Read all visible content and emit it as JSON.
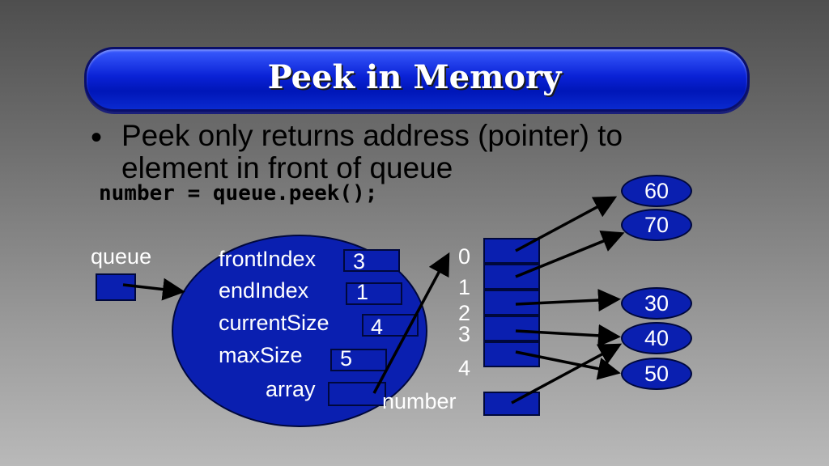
{
  "title": "Peek in Memory",
  "bullet": "Peek only returns address (pointer) to element in front of queue",
  "code": "number = queue.peek();",
  "labels": {
    "queue": "queue",
    "number": "number"
  },
  "fields": [
    {
      "name": "frontIndex",
      "value": "3"
    },
    {
      "name": "endIndex",
      "value": "1"
    },
    {
      "name": "currentSize",
      "value": "4"
    },
    {
      "name": "maxSize",
      "value": "5"
    },
    {
      "name": "array",
      "value": ""
    }
  ],
  "array_indices": [
    "0",
    "1",
    "2",
    "3",
    "4"
  ],
  "values": [
    "60",
    "70",
    "30",
    "40",
    "50"
  ],
  "colors": {
    "accent": "#0a1fb0",
    "title_bar": "#0016b8",
    "arrow": "#000000"
  }
}
